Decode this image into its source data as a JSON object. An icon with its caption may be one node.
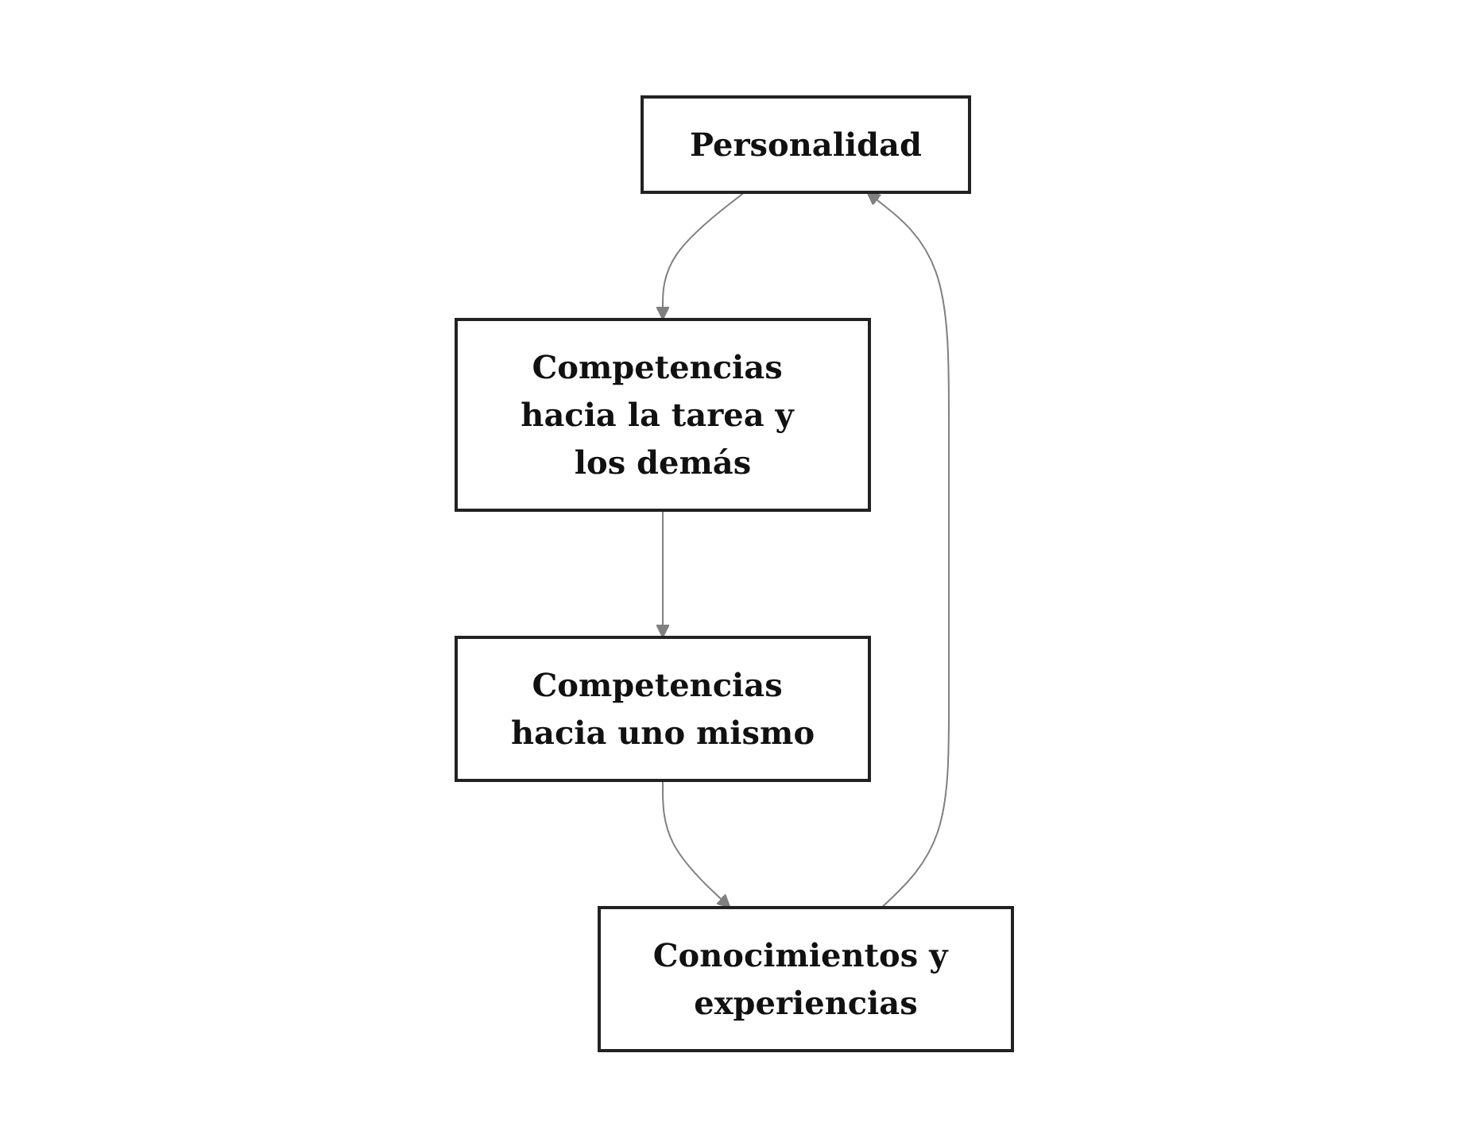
{
  "diagram": {
    "nodes": [
      {
        "text": [
          "Personalidad"
        ]
      },
      {
        "text": [
          "Competencias hacia la tarea y los demás"
        ]
      },
      {
        "text": [
          "Competencias hacia uno mismo"
        ]
      },
      {
        "text": [
          "Conocimientos y experiencias"
        ]
      }
    ],
    "edges": [
      {
        "from": 0,
        "to": 1,
        "arrow": "to"
      },
      {
        "from": 1,
        "to": 2,
        "arrow": "to"
      },
      {
        "from": 2,
        "to": 3,
        "arrow": "to"
      },
      {
        "from": 3,
        "to": 0,
        "arrow": "to"
      }
    ]
  }
}
